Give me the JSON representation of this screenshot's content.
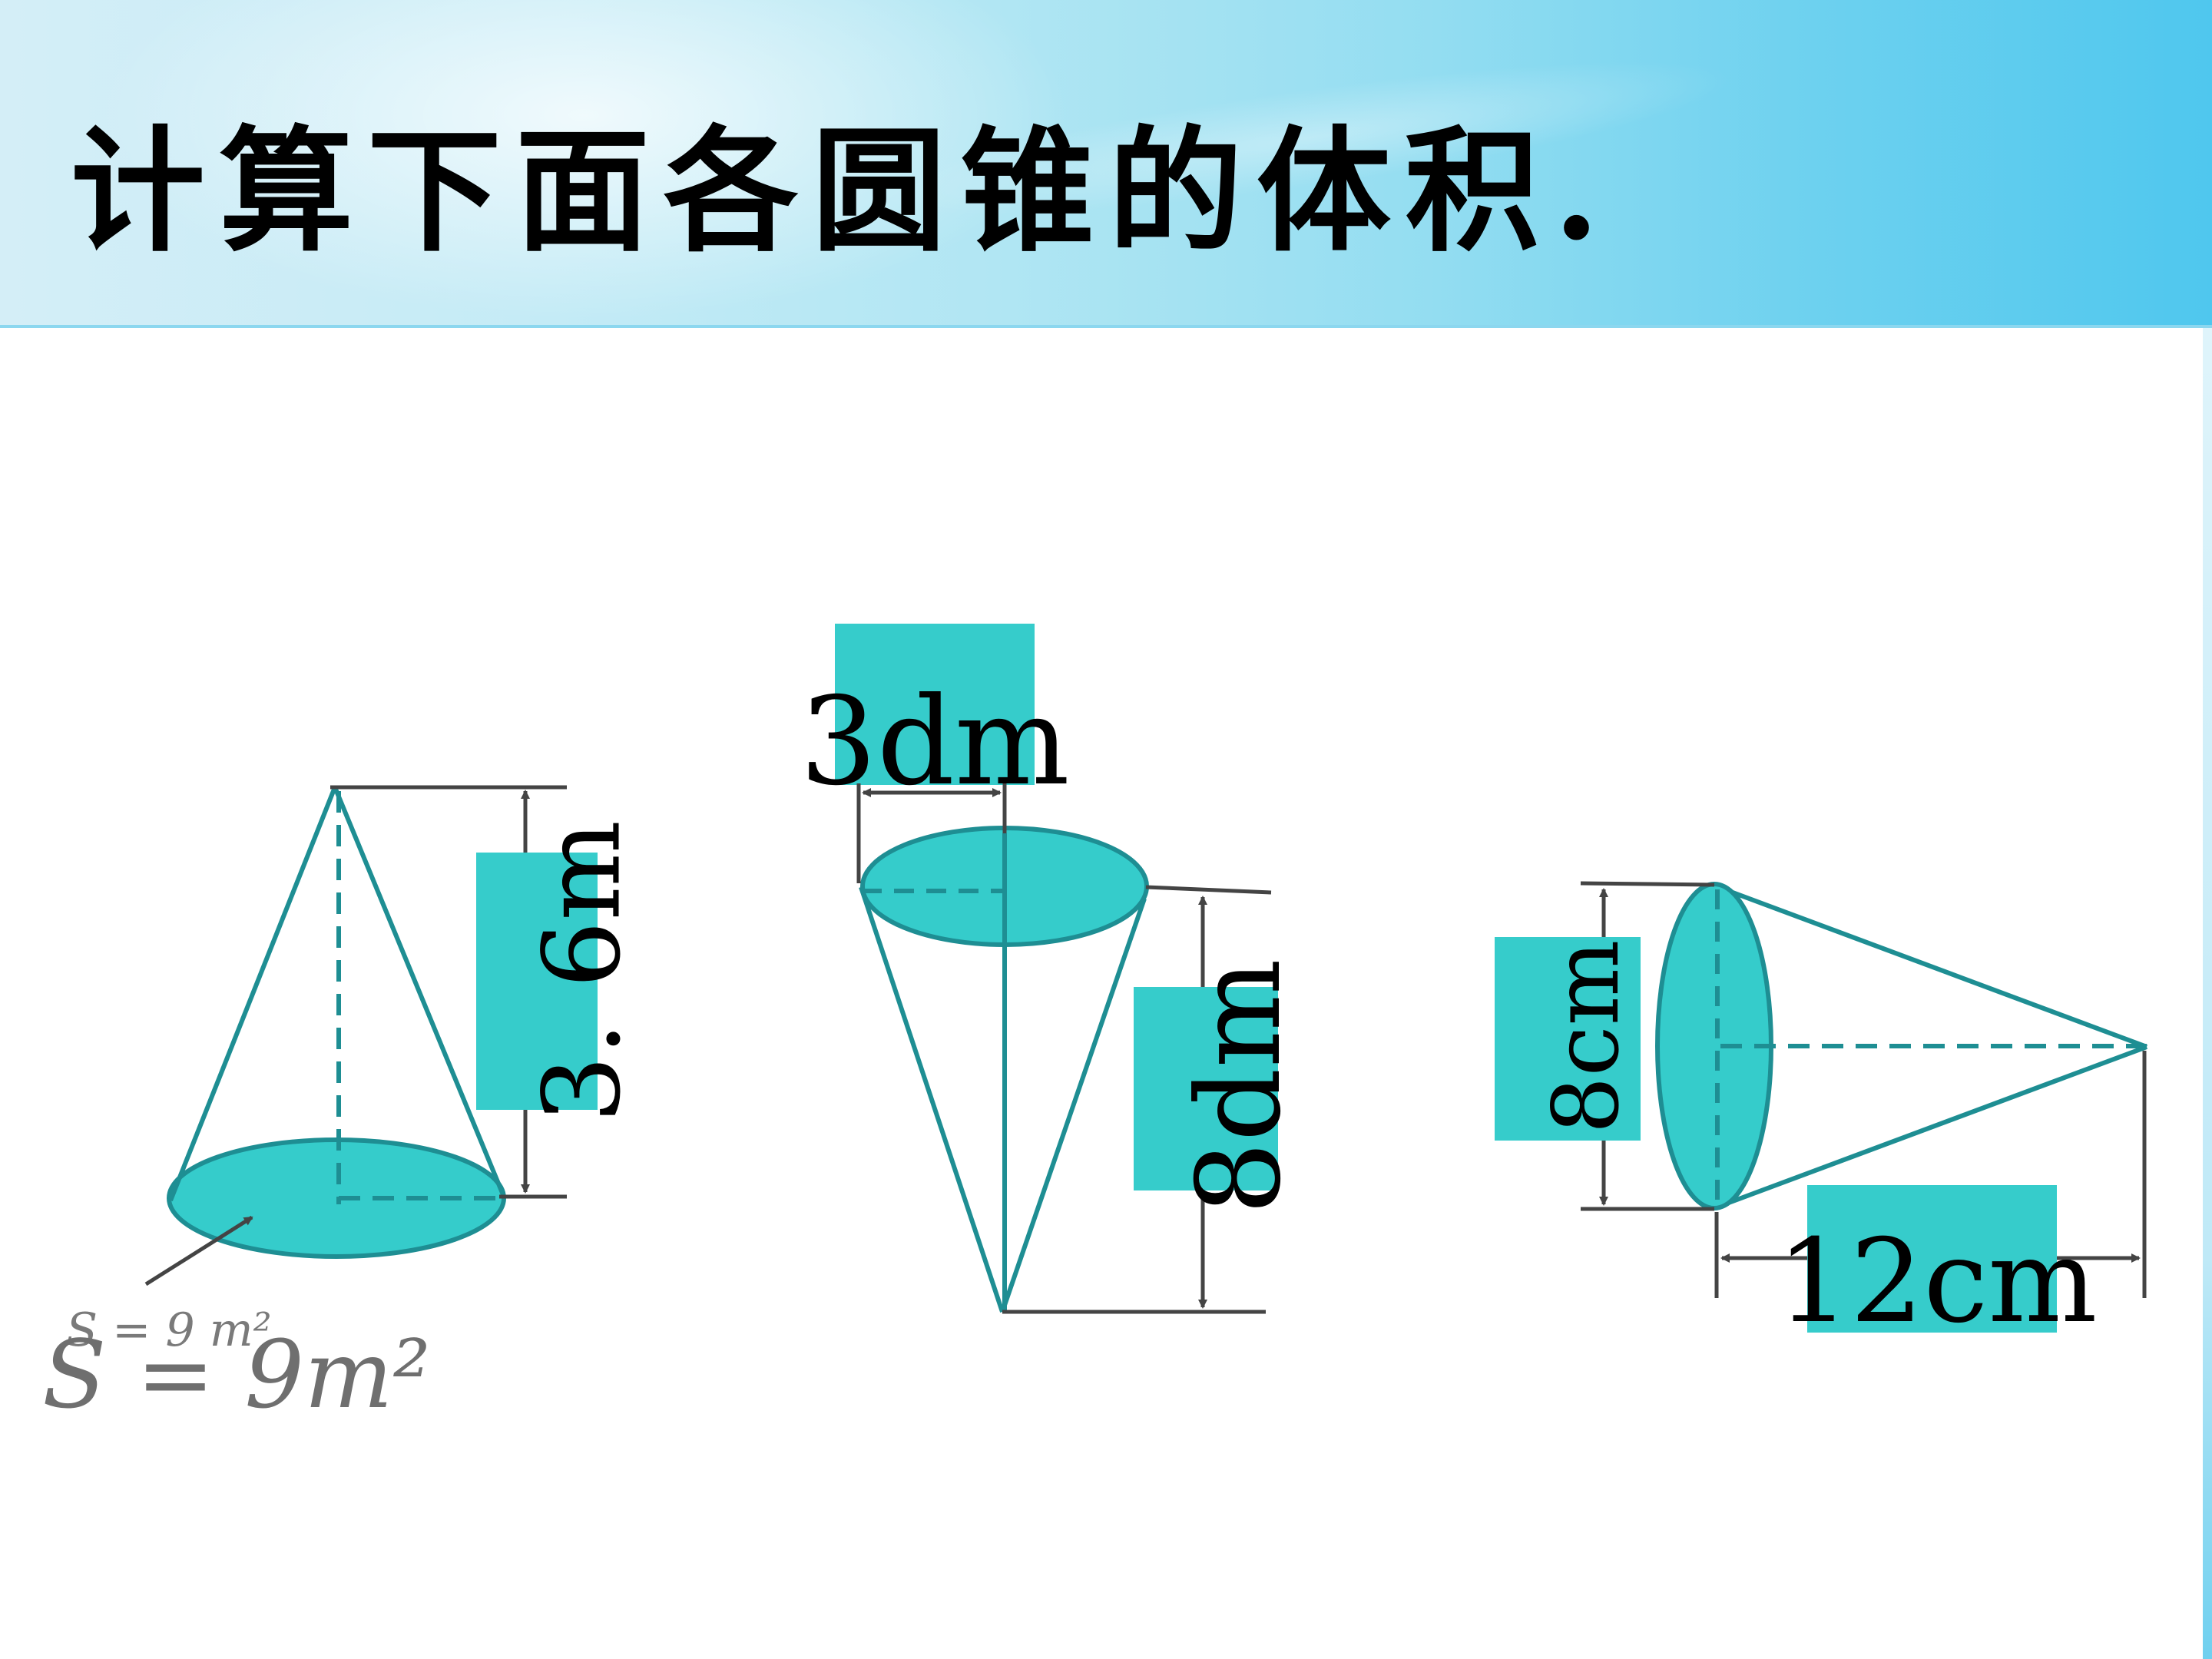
{
  "title": "计算下面各圆锥的体积.",
  "colors": {
    "fill": "#35cccb",
    "outline": "#1e8e93",
    "dim": "#444444",
    "label_box": "#36cccb"
  },
  "figures": {
    "cone1": {
      "height_label": "3. 6m",
      "area_label": "S = 9m²",
      "area_label_shadow": "S = 9 m²"
    },
    "cone2": {
      "diameter_label": "3dm",
      "height_label": "8dm"
    },
    "cone3": {
      "diameter_label": "8cm",
      "height_label": "12cm"
    }
  }
}
